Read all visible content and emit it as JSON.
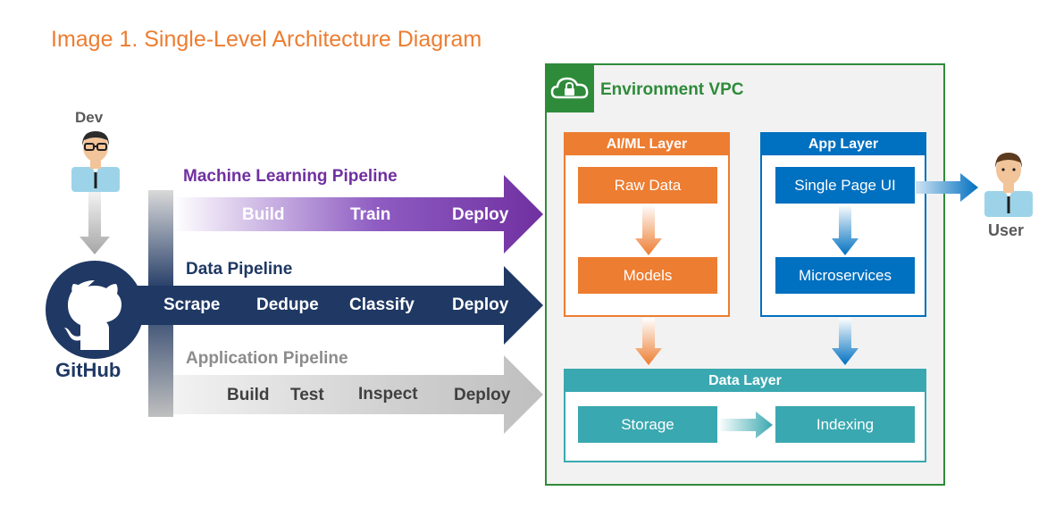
{
  "title": "Image 1. Single-Level Architecture Diagram",
  "actors": {
    "dev": "Dev",
    "github": "GitHub",
    "user": "User"
  },
  "pipelines": {
    "ml": {
      "name": "Machine Learning Pipeline",
      "stages": [
        "Build",
        "Train",
        "Deploy"
      ],
      "color": "#7030a0"
    },
    "data": {
      "name": "Data Pipeline",
      "stages": [
        "Scrape",
        "Dedupe",
        "Classify",
        "Deploy"
      ],
      "color": "#1f3864"
    },
    "app": {
      "name": "Application Pipeline",
      "stages": [
        "Build",
        "Test",
        "Inspect",
        "Deploy"
      ],
      "color": "#a6a6a6"
    }
  },
  "vpc": {
    "title": "Environment VPC",
    "color": "#2e8b3a",
    "icon": "cloud-lock-icon"
  },
  "layers": {
    "aiml": {
      "title": "AI/ML  Layer",
      "color": "#ed7d31",
      "boxes": [
        "Raw Data",
        "Models"
      ]
    },
    "app": {
      "title": "App  Layer",
      "color": "#0070c0",
      "boxes": [
        "Single Page UI",
        "Microservices"
      ]
    },
    "data": {
      "title": "Data Layer",
      "color": "#3aa8b0",
      "boxes": [
        "Storage",
        "Indexing"
      ]
    }
  }
}
